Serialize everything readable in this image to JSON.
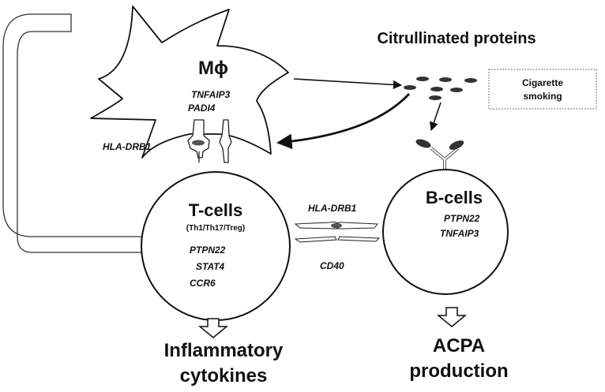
{
  "macrophage": {
    "label": "Mϕ",
    "genes": [
      "TNFAIP3",
      "PADI4"
    ]
  },
  "citrullinated_proteins": "Citrullinated proteins",
  "cigarette_smoking": [
    "Cigarette",
    "smoking"
  ],
  "hla_drb1_left": "HLA-DRB1",
  "t_cells": {
    "title": "T-cells",
    "subtitle": "(Th1/Th17/Treg)",
    "genes": [
      "PTPN22",
      "STAT4",
      "CCR6"
    ]
  },
  "hla_drb1_mid": "HLA-DRB1",
  "cd40": "CD40",
  "b_cells": {
    "title": "B-cells",
    "genes": [
      "PTPN22",
      "TNFAIP3"
    ]
  },
  "outputs": {
    "inflammatory": [
      "Inflammatory",
      "cytokines"
    ],
    "acpa": [
      "ACPA",
      "production"
    ]
  }
}
